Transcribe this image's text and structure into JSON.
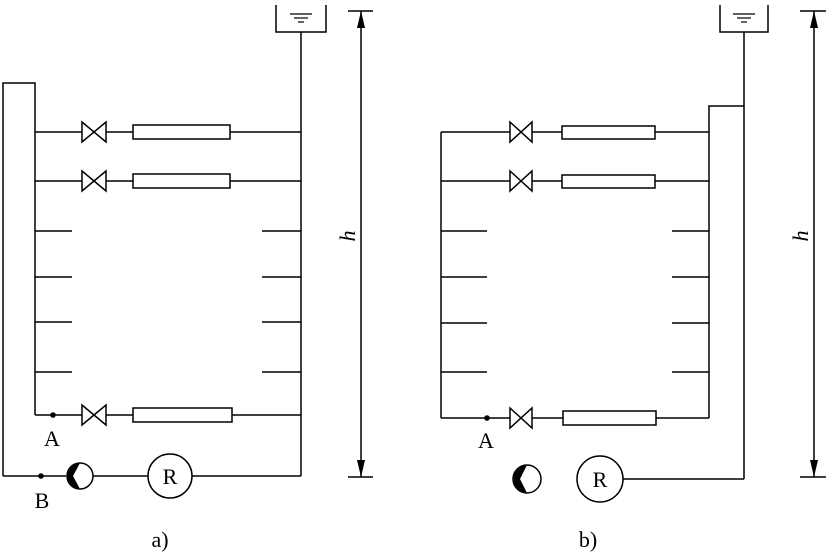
{
  "diagram_a": {
    "caption": "a)",
    "point_a": "A",
    "point_b": "B",
    "height_label": "h",
    "component_label": "R"
  },
  "diagram_b": {
    "caption": "b)",
    "point_a": "A",
    "height_label": "h",
    "component_label": "R"
  }
}
